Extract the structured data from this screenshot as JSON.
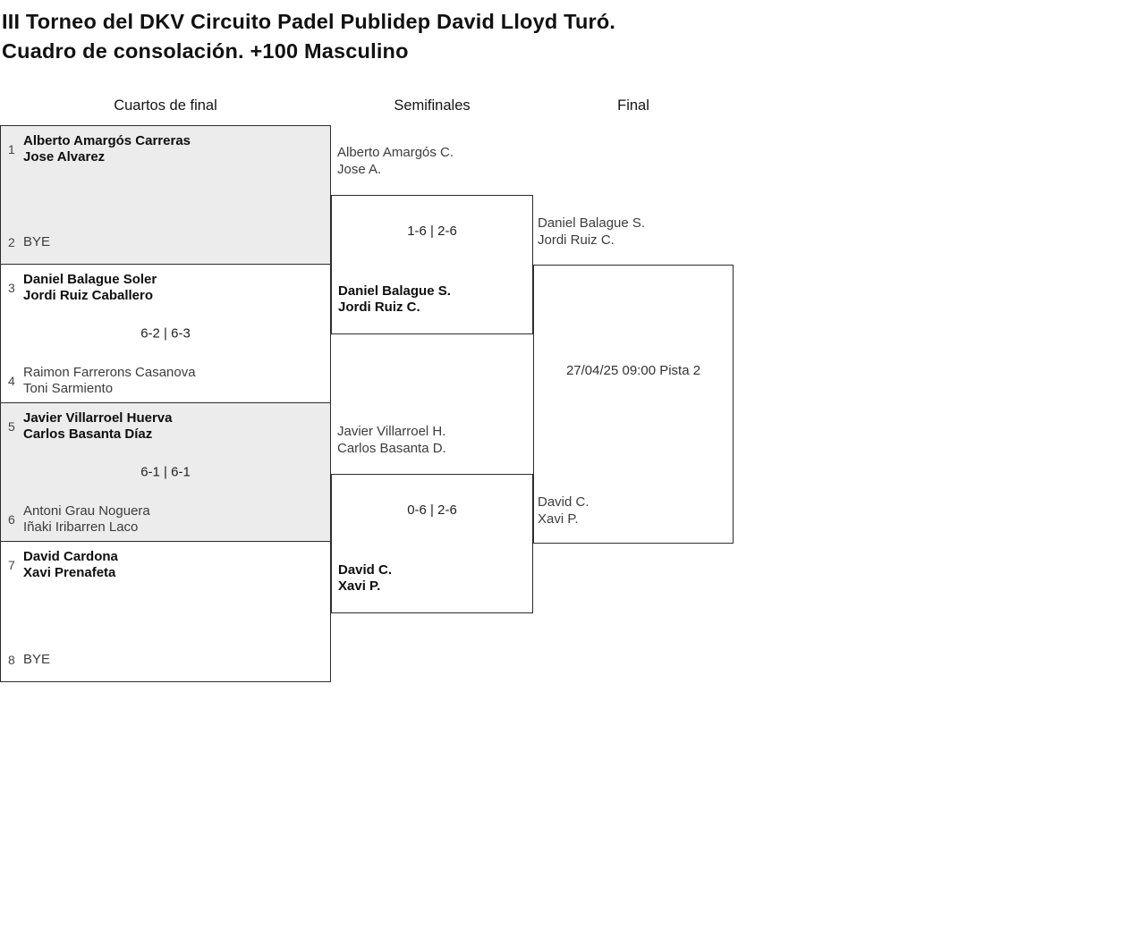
{
  "title": {
    "line1": "III Torneo del DKV Circuito Padel Publidep David Lloyd Turó.",
    "line2": "Cuadro de consolación. +100 Masculino"
  },
  "round_headers": {
    "quarterfinals": "Cuartos de final",
    "semifinals": "Semifinales",
    "final": "Final"
  },
  "colors": {
    "page_bg": "#ffffff",
    "block_alt_bg": "#ececec",
    "border": "#2c2c2c",
    "winner_text": "#0e0e0e",
    "loser_text": "#3c3c3c"
  },
  "quarterfinals": [
    {
      "seed_top": "1",
      "team_top": {
        "line1": "Alberto Amargós Carreras",
        "line2": "Jose Alvarez",
        "winner": true
      },
      "score": "",
      "seed_bottom": "2",
      "team_bottom": {
        "line1": "BYE",
        "winner": false
      }
    },
    {
      "seed_top": "3",
      "team_top": {
        "line1": "Daniel Balague Soler",
        "line2": "Jordi Ruiz Caballero",
        "winner": true
      },
      "score": "6-2 | 6-3",
      "seed_bottom": "4",
      "team_bottom": {
        "line1": "Raimon Farrerons Casanova",
        "line2": "Toni Sarmiento",
        "winner": false
      }
    },
    {
      "seed_top": "5",
      "team_top": {
        "line1": "Javier Villarroel Huerva",
        "line2": "Carlos Basanta Díaz",
        "winner": true
      },
      "score": "6-1 | 6-1",
      "seed_bottom": "6",
      "team_bottom": {
        "line1": "Antoni Grau Noguera",
        "line2": "Iñaki Iribarren Laco",
        "winner": false
      }
    },
    {
      "seed_top": "7",
      "team_top": {
        "line1": "David Cardona",
        "line2": "Xavi Prenafeta",
        "winner": true
      },
      "score": "",
      "seed_bottom": "8",
      "team_bottom": {
        "line1": "BYE",
        "winner": false
      }
    }
  ],
  "semifinals": [
    {
      "entrant_top": {
        "line1": "Alberto Amargós C.",
        "line2": "Jose A."
      },
      "score": "1-6 | 2-6",
      "winner": {
        "line1": "Daniel Balague S.",
        "line2": "Jordi Ruiz C."
      }
    },
    {
      "entrant_top": {
        "line1": "Javier Villarroel H.",
        "line2": "Carlos Basanta D."
      },
      "score": "0-6 | 2-6",
      "winner": {
        "line1": "David C.",
        "line2": "Xavi P."
      }
    }
  ],
  "final": {
    "entrant_top": {
      "line1": "Daniel Balague S.",
      "line2": "Jordi Ruiz C."
    },
    "entrant_bottom": {
      "line1": "David C.",
      "line2": "Xavi P."
    },
    "schedule": "27/04/25 09:00 Pista 2"
  }
}
